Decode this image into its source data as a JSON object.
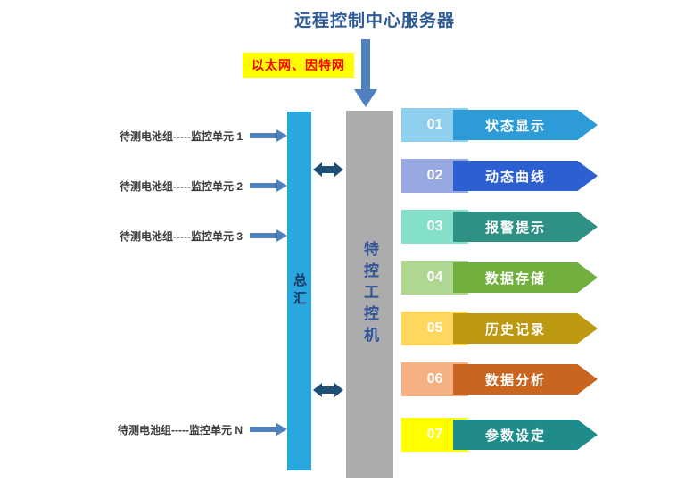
{
  "title": "远程控制中心服务器",
  "network": {
    "label": "以太网、因特网",
    "bg": "#FFFF00",
    "fg": "#FF0000"
  },
  "left_units": [
    {
      "label": "待测电池组-----监控单元 1"
    },
    {
      "label": "待测电池组-----监控单元 2"
    },
    {
      "label": "待测电池组-----监控单元 3"
    },
    {
      "label": "待测电池组-----监控单元 N"
    }
  ],
  "bus": {
    "label": "总汇",
    "color": "#2BA7DF"
  },
  "controller": {
    "label": "特控工控机",
    "color": "#ACACAC"
  },
  "functions": [
    {
      "num": "01",
      "label": "状态显示",
      "badge": "#8DCFEC",
      "arrow": "#2D9BD8"
    },
    {
      "num": "02",
      "label": "动态曲线",
      "badge": "#98A9E2",
      "arrow": "#2C5FD0"
    },
    {
      "num": "03",
      "label": "报警提示",
      "badge": "#85E0CA",
      "arrow": "#2F9184"
    },
    {
      "num": "04",
      "label": "数据存储",
      "badge": "#AFD791",
      "arrow": "#71AF3F"
    },
    {
      "num": "05",
      "label": "历史记录",
      "badge": "#FFD75E",
      "arrow": "#BC990F"
    },
    {
      "num": "06",
      "label": "数据分析",
      "badge": "#F6B183",
      "arrow": "#C9651E"
    },
    {
      "num": "07",
      "label": "参数设定",
      "badge": "#FFFF00",
      "arrow": "#1F8B8B"
    }
  ],
  "colors": {
    "connector": "#4E81BD",
    "link": "#1F4E79"
  }
}
